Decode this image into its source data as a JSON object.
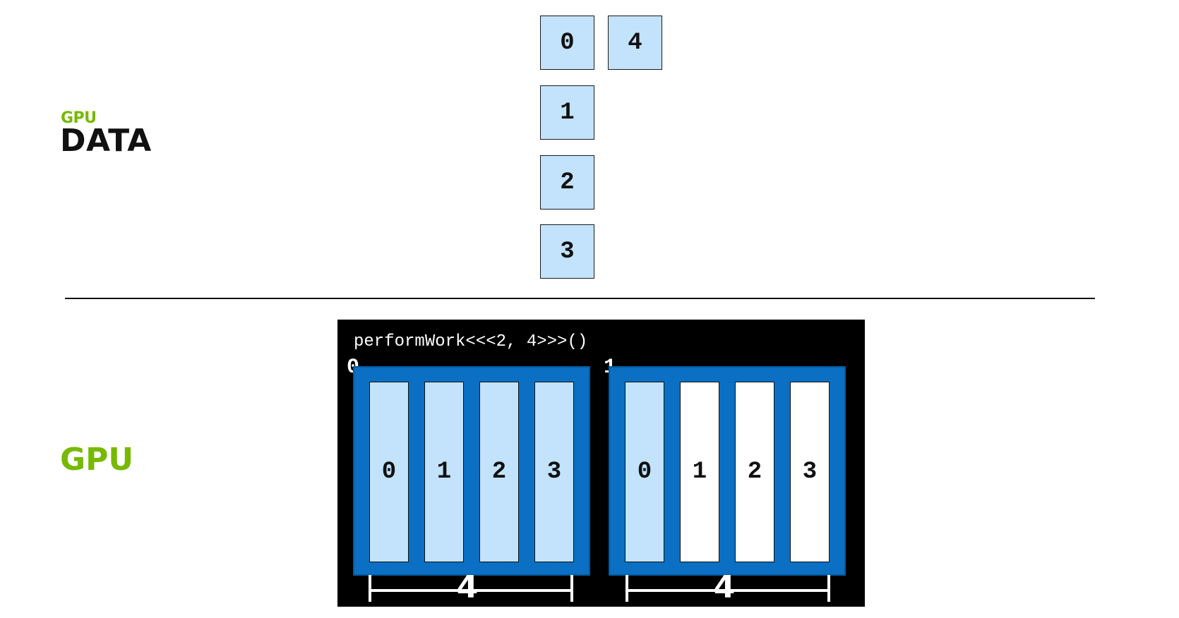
{
  "labels": {
    "gpu_small": "GPU",
    "data": "DATA",
    "gpu_big": "GPU"
  },
  "data_cells": [
    "0",
    "1",
    "2",
    "3",
    "4"
  ],
  "kernel": {
    "call": "performWork<<<2, 4>>>()",
    "blocks": [
      {
        "index": "0",
        "threads": [
          {
            "label": "0",
            "state": "active"
          },
          {
            "label": "1",
            "state": "active"
          },
          {
            "label": "2",
            "state": "active"
          },
          {
            "label": "3",
            "state": "active"
          }
        ],
        "dimension": "4"
      },
      {
        "index": "1",
        "threads": [
          {
            "label": "0",
            "state": "active"
          },
          {
            "label": "1",
            "state": "idle"
          },
          {
            "label": "2",
            "state": "idle"
          },
          {
            "label": "3",
            "state": "idle"
          }
        ],
        "dimension": "4"
      }
    ]
  },
  "colors": {
    "nvidia_green": "#76b900",
    "block_blue": "#0b6fc3",
    "active_thread": "#c2e3fb",
    "idle_thread": "#ffffff",
    "panel": "#000000"
  }
}
